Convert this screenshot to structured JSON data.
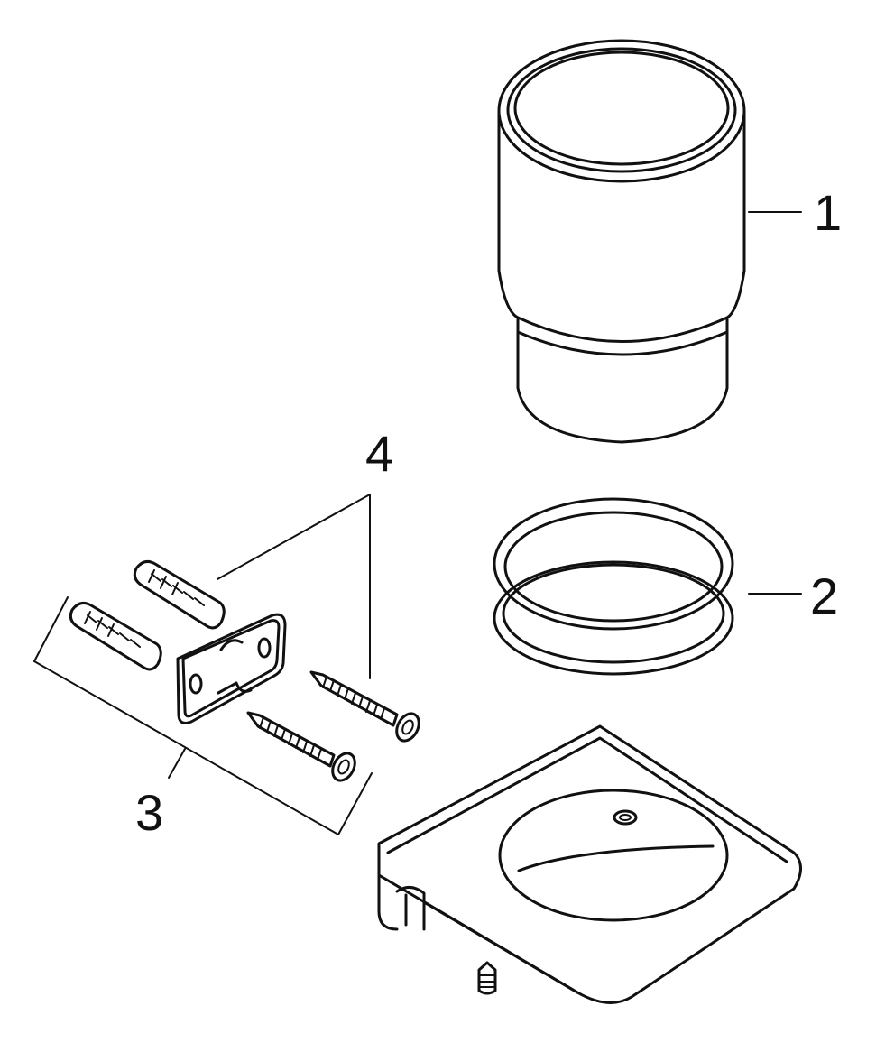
{
  "figure": {
    "type": "exploded-parts-diagram",
    "background": "#ffffff",
    "line_color": "#111111"
  },
  "callouts": [
    {
      "id": "tumbler",
      "label": "1"
    },
    {
      "id": "ring",
      "label": "2"
    },
    {
      "id": "wall-bracket",
      "label": "3"
    },
    {
      "id": "screws-and-plugs",
      "label": "4"
    }
  ],
  "parts": [
    {
      "id": "tumbler",
      "icon": "glass-cup-icon"
    },
    {
      "id": "ring",
      "icon": "o-ring-icon"
    },
    {
      "id": "holder",
      "icon": "square-holder-icon"
    },
    {
      "id": "set-screw",
      "icon": "grub-screw-icon"
    },
    {
      "id": "mounting-plate",
      "icon": "mounting-plate-icon"
    },
    {
      "id": "wall-plugs",
      "icon": "wall-plug-icon",
      "count": 2
    },
    {
      "id": "screws",
      "icon": "wood-screw-icon",
      "count": 2
    }
  ]
}
